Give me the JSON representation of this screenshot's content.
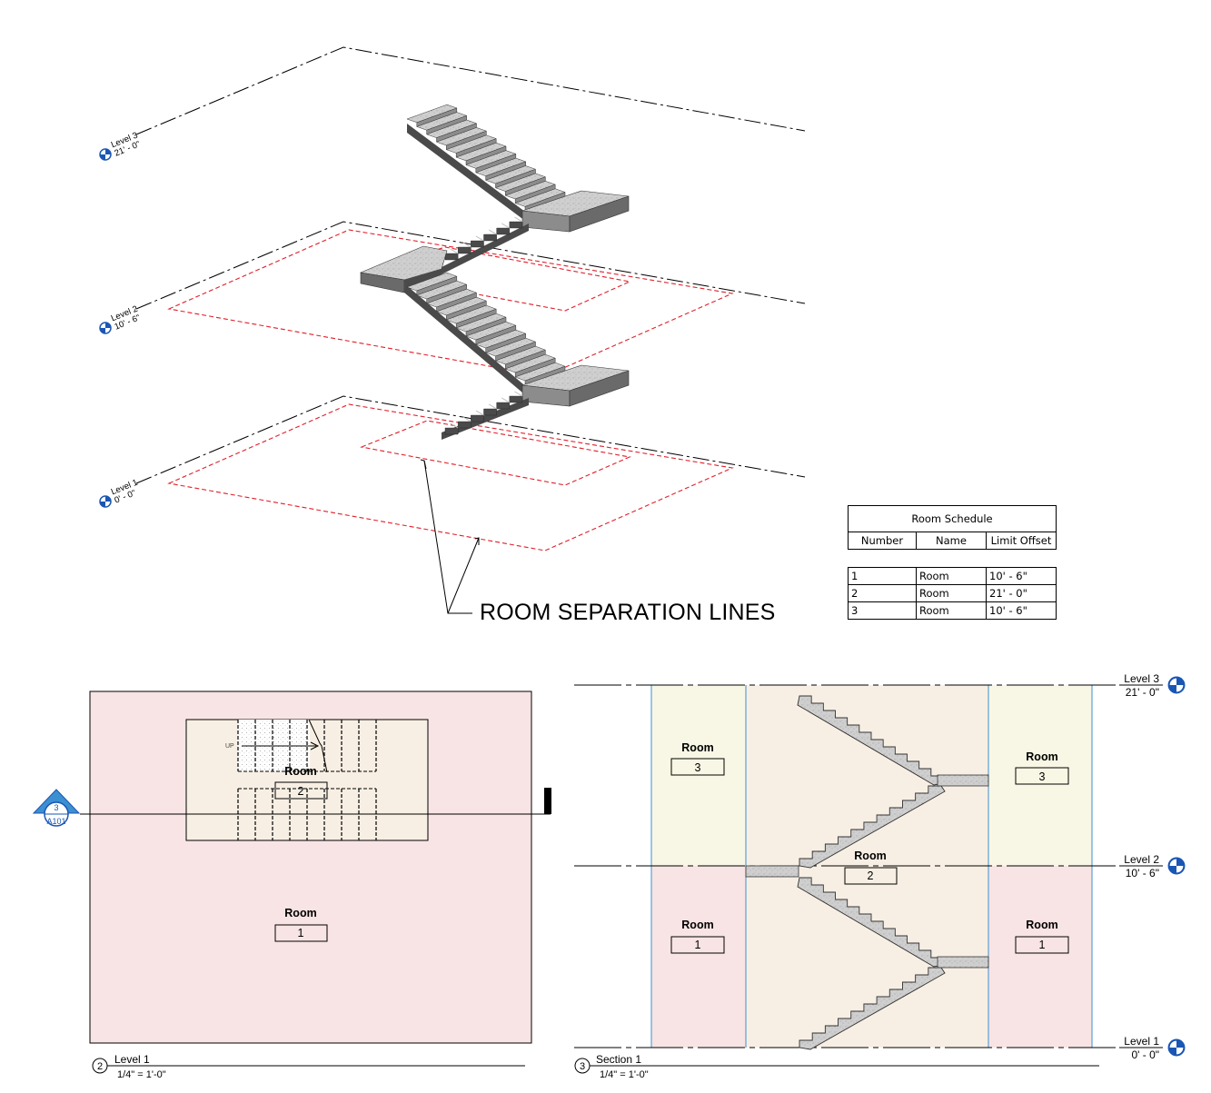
{
  "iso_view": {
    "levels": [
      {
        "name": "Level 3",
        "elevation": "21' - 0\""
      },
      {
        "name": "Level 2",
        "elevation": "10' - 6\""
      },
      {
        "name": "Level 1",
        "elevation": "0' - 0\""
      }
    ],
    "callout": "ROOM SEPARATION LINES"
  },
  "room_schedule": {
    "title": "Room Schedule",
    "columns": [
      "Number",
      "Name",
      "Limit Offset"
    ],
    "rows": [
      [
        "1",
        "Room",
        "10' - 6\""
      ],
      [
        "2",
        "Room",
        "21' - 0\""
      ],
      [
        "3",
        "Room",
        "10' - 6\""
      ]
    ]
  },
  "plan_view": {
    "title": "Level 1",
    "scale": "1/4\" = 1'-0\"",
    "view_number": "2",
    "up_label": "UP",
    "rooms": [
      {
        "name": "Room",
        "number": "2"
      },
      {
        "name": "Room",
        "number": "1"
      }
    ],
    "section_marker": {
      "number": "3",
      "sheet": "A101"
    }
  },
  "section_view": {
    "title": "Section 1",
    "scale": "1/4\" = 1'-0\"",
    "view_number": "3",
    "levels": [
      {
        "name": "Level 3",
        "elevation": "21' - 0\""
      },
      {
        "name": "Level 2",
        "elevation": "10' - 6\""
      },
      {
        "name": "Level 1",
        "elevation": "0' - 0\""
      }
    ],
    "rooms": [
      {
        "name": "Room",
        "number": "3"
      },
      {
        "name": "Room",
        "number": "3"
      },
      {
        "name": "Room",
        "number": "2"
      },
      {
        "name": "Room",
        "number": "1"
      },
      {
        "name": "Room",
        "number": "1"
      }
    ]
  },
  "colors": {
    "room_pink": "#f8e4e4",
    "room_beige": "#f8efe4",
    "room_cream": "#f8f7e5",
    "separation_red": "#e0202a",
    "level_blue": "#1a56b4",
    "section_blue": "#3c8fd0",
    "stair_dark": "#4a4a4a",
    "stair_light": "#cfcfcf"
  }
}
